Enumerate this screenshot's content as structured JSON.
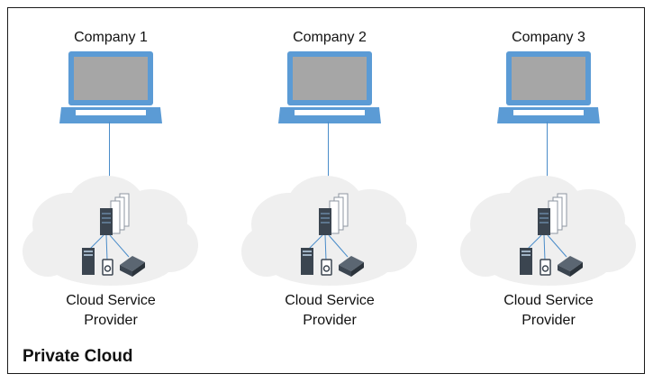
{
  "nodes": [
    {
      "company": "Company 1",
      "provider_line1": "Cloud Service",
      "provider_line2": "Provider"
    },
    {
      "company": "Company 2",
      "provider_line1": "Cloud Service",
      "provider_line2": "Provider"
    },
    {
      "company": "Company 3",
      "provider_line1": "Cloud Service",
      "provider_line2": "Provider"
    }
  ],
  "footer": {
    "title": "Private Cloud"
  },
  "colors": {
    "laptop_frame": "#5b9bd5",
    "laptop_screen": "#a6a6a6",
    "connector": "#4a8cc9",
    "cloud_fill": "#efefef",
    "server_dark": "#3b4550"
  },
  "icons": [
    "laptop-icon",
    "cloud-shape",
    "server-rack-icon",
    "tower-server-icon",
    "hard-disk-icon",
    "storage-drive-icon"
  ]
}
